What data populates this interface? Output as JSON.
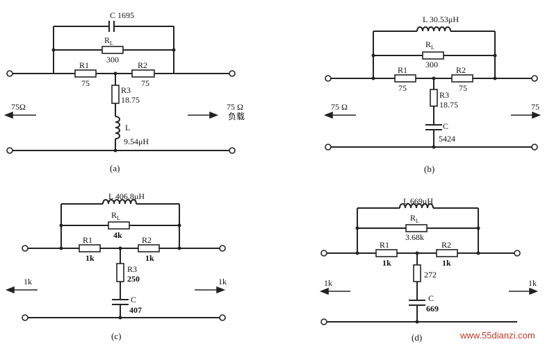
{
  "circuits": {
    "a": {
      "caption": "(a)",
      "bridge": "C 1695",
      "rl": "R",
      "rl_sub": "L",
      "rl_val": "300",
      "r1": "R1",
      "r1_val": "75",
      "r2": "R2",
      "r2_val": "75",
      "r3": "R3",
      "r3_val": "18.75",
      "shunt": "L",
      "shunt_val": "9.54μH",
      "left": "75Ω",
      "right": "75 Ω",
      "right2": "负载"
    },
    "b": {
      "caption": "(b)",
      "bridge": "L 30.53μH",
      "rl": "R",
      "rl_sub": "L",
      "rl_val": "300",
      "r1": "R1",
      "r1_val": "75",
      "r2": "R2",
      "r2_val": "75",
      "r3": "R3",
      "r3_val": "18.75",
      "shunt": "C",
      "shunt_val": "5424",
      "left": "75 Ω",
      "right": "75"
    },
    "c": {
      "caption": "(c)",
      "bridge": "L 406.8μH",
      "rl": "R",
      "rl_sub": "L",
      "rl_val": "4k",
      "r1": "R1",
      "r1_val": "1k",
      "r2": "R2",
      "r2_val": "1k",
      "r3": "R3",
      "r3_val": "250",
      "shunt": "C",
      "shunt_val": "407",
      "left": "1k",
      "right": "1k"
    },
    "d": {
      "caption": "(d)",
      "bridge": "L 669μH",
      "rl": "R",
      "rl_sub": "L",
      "rl_val": "3.68k",
      "r1": "R1",
      "r1_val": "1k",
      "r2": "R2",
      "r2_val": "1k",
      "r3_val": "272",
      "shunt": "C",
      "shunt_val": "669",
      "left": "1k",
      "right": "1k"
    }
  },
  "watermark": "www.55dianzi.com"
}
